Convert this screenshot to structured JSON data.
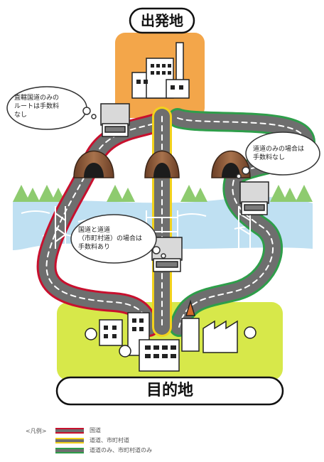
{
  "origin_label": "出発地",
  "destination_label": "目的地",
  "callouts": {
    "left_top": "直轄国道のみの\nルートは手数料\nなし",
    "right": "道道のみの場合は\n手数料なし",
    "center": "国道と道道\n（市町村道）の場合は\n手数料あり"
  },
  "legend": {
    "title": "<凡例>",
    "items": [
      {
        "id": "red",
        "label": "国道",
        "color": "#c8102e"
      },
      {
        "id": "yellow",
        "label": "道道、市町村道",
        "color": "#f2d21b"
      },
      {
        "id": "green",
        "label": "道道のみ、市町村道のみ",
        "color": "#2e9e4a"
      }
    ]
  },
  "colors": {
    "origin_box": "#f3a64a",
    "destination_box": "#d7e84a",
    "road": "#6e6e6e",
    "river": "#bfe0f2",
    "tunnel": "#8a5a3c",
    "trees": "#8ecb6f"
  }
}
